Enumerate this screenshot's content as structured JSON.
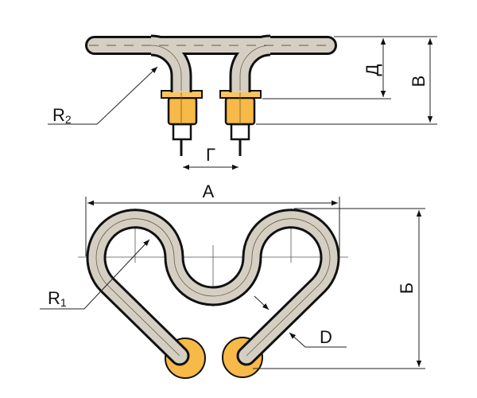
{
  "labels": {
    "A": "А",
    "B_cyr": "Б",
    "V": "В",
    "G": "Г",
    "D_cyr": "Д",
    "D": "D",
    "R1": {
      "base": "R",
      "sub": "1"
    },
    "R2": {
      "base": "R",
      "sub": "2"
    }
  },
  "colors": {
    "tube": "#d5cfc3",
    "outline": "#111111",
    "brass": "#f7b948",
    "brass_light": "#fcd98a"
  }
}
